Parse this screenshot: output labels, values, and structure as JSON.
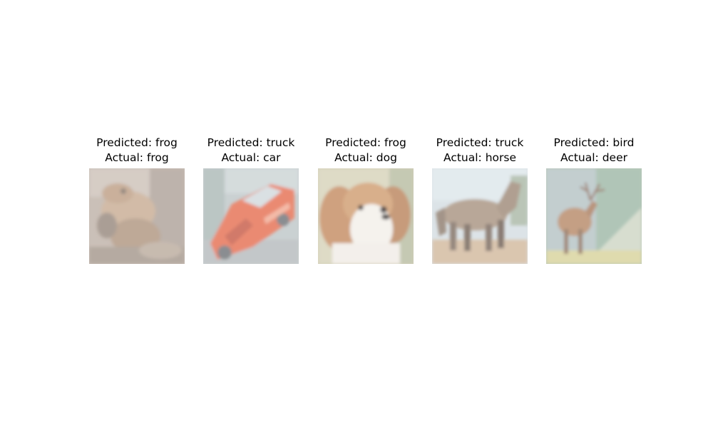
{
  "samples": [
    {
      "predicted": "Predicted: frog",
      "actual": "Actual: frog",
      "image": "frog-photo"
    },
    {
      "predicted": "Predicted: truck",
      "actual": "Actual: car",
      "image": "red-sports-car-photo"
    },
    {
      "predicted": "Predicted: frog",
      "actual": "Actual: dog",
      "image": "spaniel-dog-photo"
    },
    {
      "predicted": "Predicted: truck",
      "actual": "Actual: horse",
      "image": "brown-horse-photo"
    },
    {
      "predicted": "Predicted: bird",
      "actual": "Actual: deer",
      "image": "deer-on-hillside-photo"
    }
  ]
}
